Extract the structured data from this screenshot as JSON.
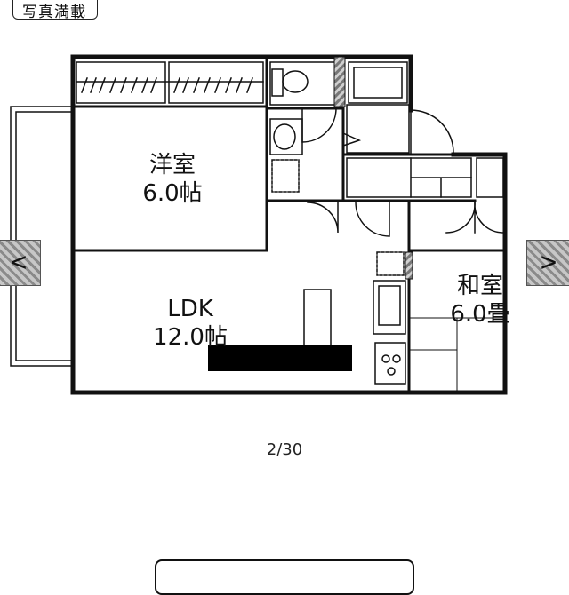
{
  "badge": {
    "label": "写真満載"
  },
  "rooms": {
    "western": {
      "name": "洋室",
      "size": "6.0帖"
    },
    "ldk": {
      "name": "LDK",
      "size": "12.0帖"
    },
    "japanese": {
      "name": "和室",
      "size": "6.0畳"
    }
  },
  "icons": {
    "prev": "<",
    "next": ">"
  },
  "gallery": {
    "counter": "2/30"
  },
  "colors": {
    "ink": "#111111",
    "hatch": "#8a8a8a",
    "redaction": "#000000"
  }
}
